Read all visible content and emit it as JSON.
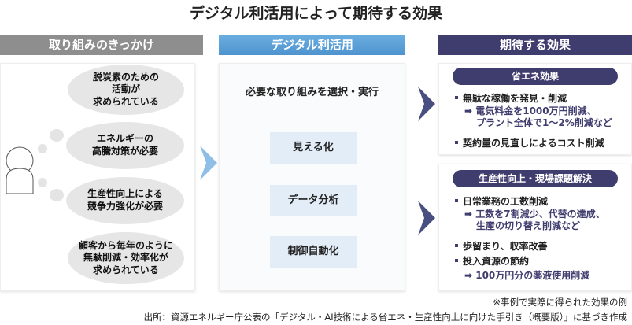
{
  "title": "デジタル利活用によって期待する効果",
  "headers": {
    "left": "取り組みのきっかけ",
    "middle": "デジタル利活用",
    "right": "期待する効果"
  },
  "colors": {
    "left": "#8e8e8e",
    "middle": "#5b9fd6",
    "right": "#3f3c6e"
  },
  "triggers": [
    {
      "lines": [
        "脱炭素のための",
        "活動が",
        "求められている"
      ]
    },
    {
      "lines": [
        "エネルギーの",
        "高騰対策が必要"
      ]
    },
    {
      "lines": [
        "生産性向上による",
        "競争力強化が必要"
      ]
    },
    {
      "lines": [
        "顧客から毎年のように",
        "無駄削減・効率化が",
        "求められている"
      ]
    }
  ],
  "middle": {
    "heading": "必要な取り組みを選択・実行",
    "items": [
      "見える化",
      "データ分析",
      "制御自動化"
    ]
  },
  "effects": [
    {
      "title": "省エネ効果",
      "items": [
        {
          "text": "無駄な稼働を発見・削減",
          "sub": [
            "電気料金を1000万円削減、",
            "プラント全体で1～2%削減など"
          ]
        },
        {
          "text": "契約量の見直しによるコスト削減"
        }
      ]
    },
    {
      "title": "生産性向上・現場課題解決",
      "items": [
        {
          "text": "日常業務の工数削減",
          "sub": [
            "工数を7割減少、代替の達成、",
            "生産の切り替え削減など"
          ]
        },
        {
          "text": "歩留まり、収率改善"
        },
        {
          "text": "投入資源の節約",
          "sub": [
            "100万円分の薬液使用削減"
          ]
        }
      ]
    }
  ],
  "footnote": "※事例で実際に得られた効果の例",
  "source": "出所：資源エネルギー庁公表の「デジタル・AI技術による省エネ・生産性向上に向けた手引き（概要版）」に基づき作成"
}
